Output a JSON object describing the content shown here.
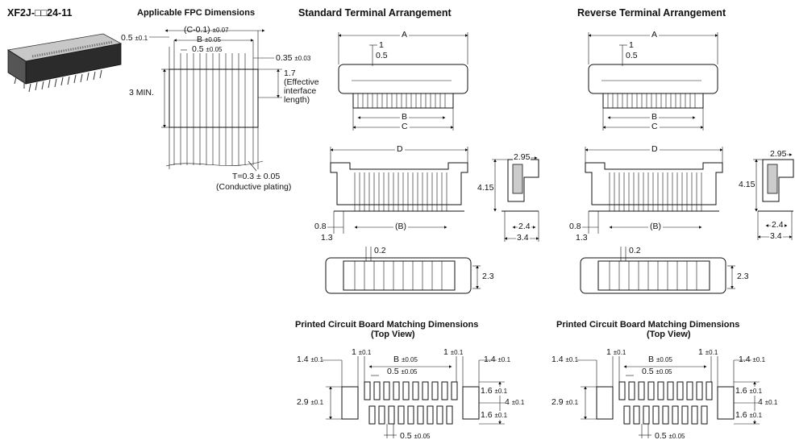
{
  "titles": {
    "model": "XF2J-□□24-11",
    "fpc": "Applicable FPC Dimensions",
    "standard": "Standard Terminal Arrangement",
    "reverse": "Reverse Terminal Arrangement",
    "pcb_left_1": "Printed Circuit Board Matching Dimensions",
    "pcb_left_2": "(Top View)",
    "pcb_right_1": "Printed Circuit Board Matching Dimensions",
    "pcb_right_2": "(Top View)"
  },
  "fpc_dims": {
    "c": "(C-0.1)",
    "c_tol": "±0.07",
    "b": "B",
    "b_tol": "±0.05",
    "pitch": "0.5",
    "pitch_tol": "±0.05",
    "left_margin": "0.5",
    "left_margin_tol": "±0.1",
    "edge": "0.35",
    "edge_tol": "±0.03",
    "min_len": "3 MIN.",
    "eff": "1.7",
    "eff_1": "(Effective",
    "eff_2": "interface",
    "eff_3": "length)",
    "thick": "T=0.3 ± 0.05",
    "plating": "(Conductive plating)"
  },
  "connector_dims": {
    "a": "A",
    "one": "1",
    "half": "0.5",
    "b": "B",
    "c": "C",
    "d": "D",
    "b_paren": "(B)",
    "d08": "0.8",
    "d13": "1.3",
    "h415": "4.15",
    "w295": "2.95",
    "w24": "2.4",
    "w34": "3.4",
    "p02": "0.2",
    "h23": "2.3"
  },
  "pcb_dims": {
    "d14": "1.4",
    "d1": "1",
    "tol01": "±0.1",
    "b": "B",
    "tol005": "±0.05",
    "d05": "0.5",
    "d29": "2.9",
    "d16": "1.6",
    "d4": "4"
  }
}
